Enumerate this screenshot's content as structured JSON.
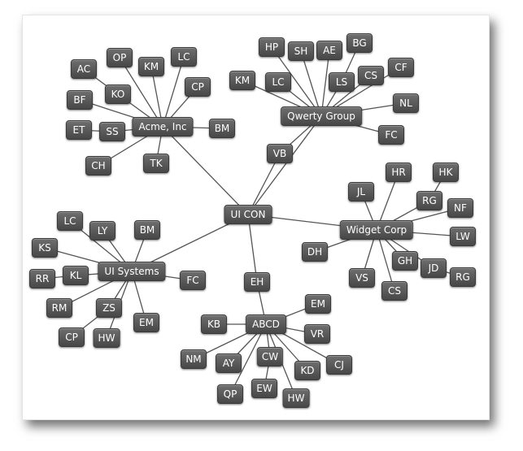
{
  "nodes": [
    {
      "id": "uicon",
      "label": "UI CON"
    },
    {
      "id": "acme",
      "label": "Acme, Inc"
    },
    {
      "id": "a_ac",
      "label": "AC"
    },
    {
      "id": "a_op",
      "label": "OP"
    },
    {
      "id": "a_km",
      "label": "KM"
    },
    {
      "id": "a_lc",
      "label": "LC"
    },
    {
      "id": "a_ko",
      "label": "KO"
    },
    {
      "id": "a_cp",
      "label": "CP"
    },
    {
      "id": "a_bf",
      "label": "BF"
    },
    {
      "id": "a_bm",
      "label": "BM"
    },
    {
      "id": "a_et",
      "label": "ET"
    },
    {
      "id": "a_ss",
      "label": "SS"
    },
    {
      "id": "a_ch",
      "label": "CH"
    },
    {
      "id": "a_tk",
      "label": "TK"
    },
    {
      "id": "qwerty",
      "label": "Qwerty Group"
    },
    {
      "id": "q_hp",
      "label": "HP"
    },
    {
      "id": "q_sh",
      "label": "SH"
    },
    {
      "id": "q_ae",
      "label": "AE"
    },
    {
      "id": "q_bg",
      "label": "BG"
    },
    {
      "id": "q_km",
      "label": "KM"
    },
    {
      "id": "q_lc",
      "label": "LC"
    },
    {
      "id": "q_ls",
      "label": "LS"
    },
    {
      "id": "q_cs",
      "label": "CS"
    },
    {
      "id": "q_cf",
      "label": "CF"
    },
    {
      "id": "q_nl",
      "label": "NL"
    },
    {
      "id": "q_fc",
      "label": "FC"
    },
    {
      "id": "q_vb",
      "label": "VB"
    },
    {
      "id": "widget",
      "label": "Widget Corp"
    },
    {
      "id": "w_jl",
      "label": "JL"
    },
    {
      "id": "w_hr",
      "label": "HR"
    },
    {
      "id": "w_hk",
      "label": "HK"
    },
    {
      "id": "w_rg",
      "label": "RG"
    },
    {
      "id": "w_nf",
      "label": "NF"
    },
    {
      "id": "w_lw",
      "label": "LW"
    },
    {
      "id": "w_dh",
      "label": "DH"
    },
    {
      "id": "w_gh",
      "label": "GH"
    },
    {
      "id": "w_jd",
      "label": "JD"
    },
    {
      "id": "w_rg2",
      "label": "RG"
    },
    {
      "id": "w_vs",
      "label": "VS"
    },
    {
      "id": "w_cs",
      "label": "CS"
    },
    {
      "id": "uisys",
      "label": "UI Systems"
    },
    {
      "id": "u_lc",
      "label": "LC"
    },
    {
      "id": "u_ly",
      "label": "LY"
    },
    {
      "id": "u_bm",
      "label": "BM"
    },
    {
      "id": "u_ks",
      "label": "KS"
    },
    {
      "id": "u_rr",
      "label": "RR"
    },
    {
      "id": "u_kl",
      "label": "KL"
    },
    {
      "id": "u_fc",
      "label": "FC"
    },
    {
      "id": "u_rm",
      "label": "RM"
    },
    {
      "id": "u_zs",
      "label": "ZS"
    },
    {
      "id": "u_em",
      "label": "EM"
    },
    {
      "id": "u_cp",
      "label": "CP"
    },
    {
      "id": "u_hw",
      "label": "HW"
    },
    {
      "id": "eh",
      "label": "EH"
    },
    {
      "id": "abcd",
      "label": "ABCD"
    },
    {
      "id": "b_kb",
      "label": "KB"
    },
    {
      "id": "b_em",
      "label": "EM"
    },
    {
      "id": "b_vr",
      "label": "VR"
    },
    {
      "id": "b_nm",
      "label": "NM"
    },
    {
      "id": "b_ay",
      "label": "AY"
    },
    {
      "id": "b_cw",
      "label": "CW"
    },
    {
      "id": "b_kd",
      "label": "KD"
    },
    {
      "id": "b_cj",
      "label": "CJ"
    },
    {
      "id": "b_qp",
      "label": "QP"
    },
    {
      "id": "b_ew",
      "label": "EW"
    },
    {
      "id": "b_hw",
      "label": "HW"
    }
  ],
  "edges": [
    [
      "uicon",
      "acme"
    ],
    [
      "uicon",
      "qwerty"
    ],
    [
      "uicon",
      "q_vb"
    ],
    [
      "uicon",
      "widget"
    ],
    [
      "uicon",
      "uisys"
    ],
    [
      "uicon",
      "eh"
    ],
    [
      "eh",
      "abcd"
    ],
    [
      "a_ac",
      "a_ko"
    ],
    [
      "a_ko",
      "acme"
    ],
    [
      "a_op",
      "acme"
    ],
    [
      "a_km",
      "acme"
    ],
    [
      "a_lc",
      "acme"
    ],
    [
      "a_cp",
      "acme"
    ],
    [
      "a_bf",
      "acme"
    ],
    [
      "a_bm",
      "acme"
    ],
    [
      "a_et",
      "a_ss"
    ],
    [
      "a_ss",
      "acme"
    ],
    [
      "a_ch",
      "acme"
    ],
    [
      "a_tk",
      "acme"
    ],
    [
      "q_hp",
      "qwerty"
    ],
    [
      "q_sh",
      "qwerty"
    ],
    [
      "q_ae",
      "qwerty"
    ],
    [
      "q_bg",
      "q_ls"
    ],
    [
      "q_ls",
      "qwerty"
    ],
    [
      "q_km",
      "qwerty"
    ],
    [
      "q_lc",
      "qwerty"
    ],
    [
      "q_cs",
      "qwerty"
    ],
    [
      "q_cf",
      "qwerty"
    ],
    [
      "q_nl",
      "qwerty"
    ],
    [
      "q_fc",
      "qwerty"
    ],
    [
      "q_vb",
      "qwerty"
    ],
    [
      "w_jl",
      "widget"
    ],
    [
      "w_hr",
      "widget"
    ],
    [
      "w_hk",
      "w_rg"
    ],
    [
      "w_rg",
      "widget"
    ],
    [
      "w_nf",
      "widget"
    ],
    [
      "w_lw",
      "widget"
    ],
    [
      "w_dh",
      "widget"
    ],
    [
      "w_gh",
      "widget"
    ],
    [
      "w_jd",
      "widget"
    ],
    [
      "w_rg2",
      "w_jd"
    ],
    [
      "w_vs",
      "widget"
    ],
    [
      "w_cs",
      "widget"
    ],
    [
      "u_lc",
      "uisys"
    ],
    [
      "u_ly",
      "uisys"
    ],
    [
      "u_bm",
      "uisys"
    ],
    [
      "u_ks",
      "uisys"
    ],
    [
      "u_rr",
      "u_kl"
    ],
    [
      "u_kl",
      "uisys"
    ],
    [
      "u_fc",
      "uisys"
    ],
    [
      "u_rm",
      "uisys"
    ],
    [
      "u_zs",
      "uisys"
    ],
    [
      "u_em",
      "uisys"
    ],
    [
      "u_cp",
      "u_zs"
    ],
    [
      "u_hw",
      "uisys"
    ],
    [
      "b_kb",
      "abcd"
    ],
    [
      "b_em",
      "abcd"
    ],
    [
      "b_vr",
      "abcd"
    ],
    [
      "b_nm",
      "abcd"
    ],
    [
      "b_ay",
      "abcd"
    ],
    [
      "b_cw",
      "abcd"
    ],
    [
      "b_kd",
      "abcd"
    ],
    [
      "b_cj",
      "abcd"
    ],
    [
      "b_qp",
      "abcd"
    ],
    [
      "b_ew",
      "b_cw"
    ],
    [
      "b_hw",
      "abcd"
    ]
  ],
  "colors": {
    "node": "#555555",
    "edge": "#555555",
    "text": "#ffffff"
  }
}
